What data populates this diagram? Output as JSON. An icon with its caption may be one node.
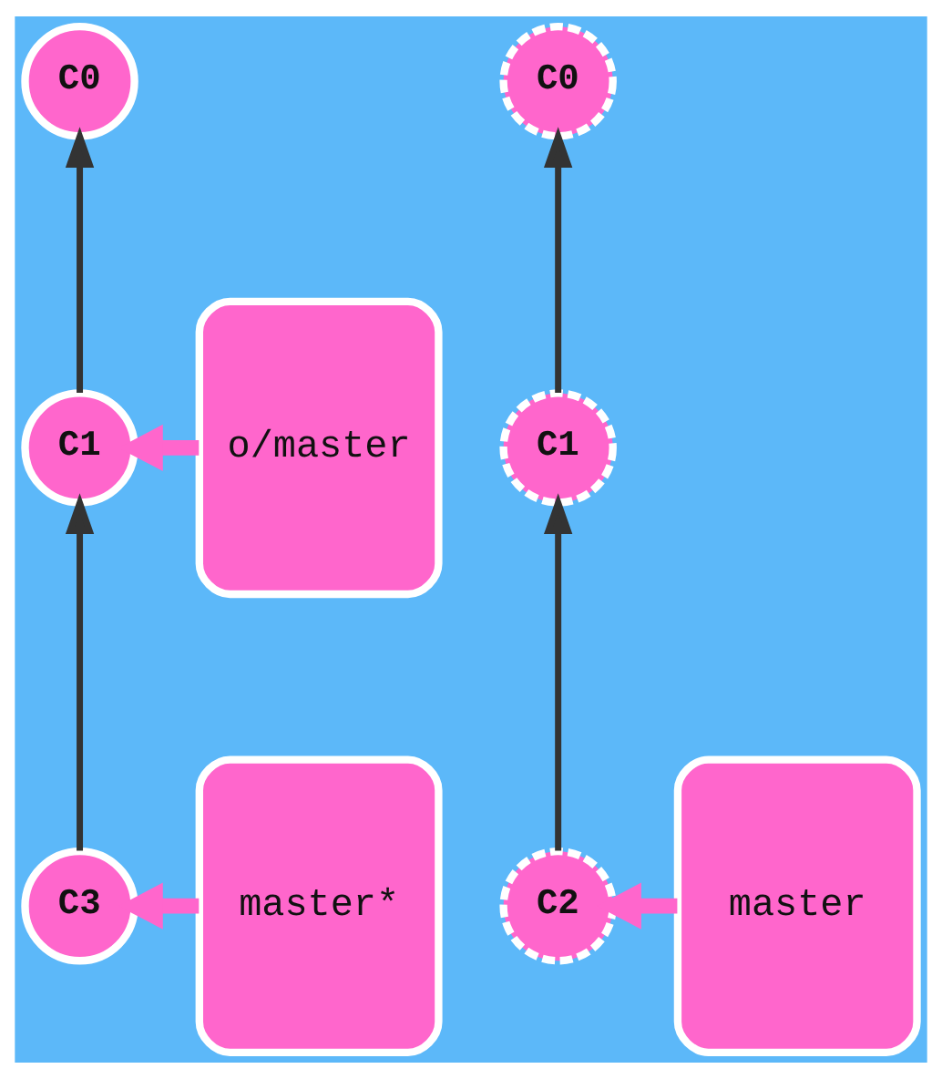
{
  "diagram": {
    "nodes": [
      {
        "text": [
          "C0"
        ]
      },
      {
        "text": [
          "o/master"
        ]
      },
      {
        "text": [
          "C1"
        ]
      },
      {
        "text": [
          "master*"
        ]
      },
      {
        "text": [
          "C3"
        ]
      },
      {
        "text": [
          "C0"
        ]
      },
      {
        "text": [
          "C1"
        ]
      },
      {
        "text": [
          "master"
        ]
      },
      {
        "text": [
          "C2"
        ]
      }
    ],
    "edges": [
      {
        "from": 2,
        "to": 0,
        "arrow": "to"
      },
      {
        "from": 4,
        "to": 2,
        "arrow": "to"
      },
      {
        "from": 1,
        "to": 2,
        "arrow": "to",
        "style": "thick",
        "color": "#ff66cc"
      },
      {
        "from": 3,
        "to": 4,
        "arrow": "to",
        "style": "thick",
        "color": "#ff66cc"
      },
      {
        "from": 6,
        "to": 5,
        "arrow": "to"
      },
      {
        "from": 8,
        "to": 6,
        "arrow": "to"
      },
      {
        "from": 7,
        "to": 8,
        "arrow": "to",
        "style": "thick",
        "color": "#ff66cc"
      }
    ]
  }
}
